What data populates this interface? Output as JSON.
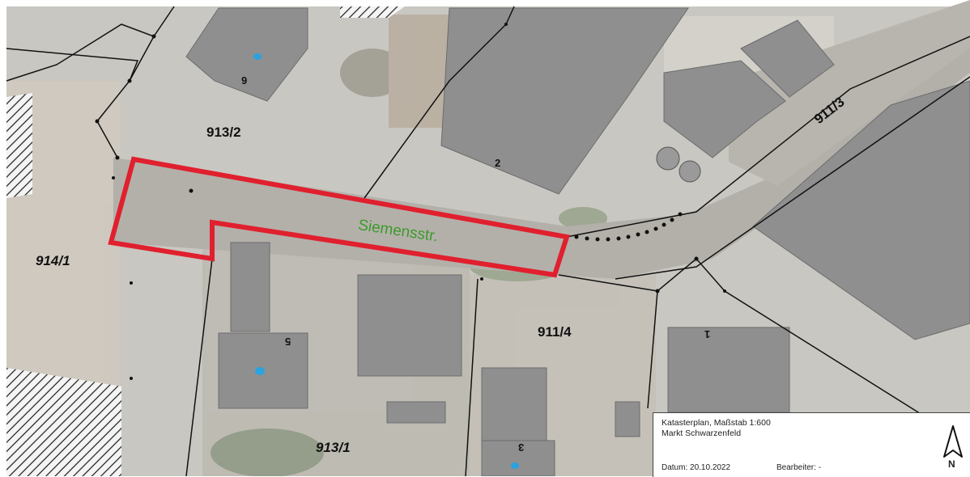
{
  "map": {
    "street_name": "Siemensstr.",
    "parcels": [
      "913/2",
      "911/3",
      "914/1",
      "911/4",
      "913/1"
    ],
    "house_numbers": [
      "6",
      "2",
      "5",
      "1",
      "3"
    ]
  },
  "legend": {
    "title": "Katasterplan, Maßstab 1:600",
    "place": "Markt Schwarzenfeld",
    "date": "Datum:  20.10.2022",
    "editor": "Bearbeiter: -",
    "north_label": "N"
  },
  "colors": {
    "highlight": "#e0202e",
    "street_label": "#3d9a2a",
    "water_marker": "#2aa3e0"
  },
  "icons": [
    "north-arrow-icon"
  ]
}
